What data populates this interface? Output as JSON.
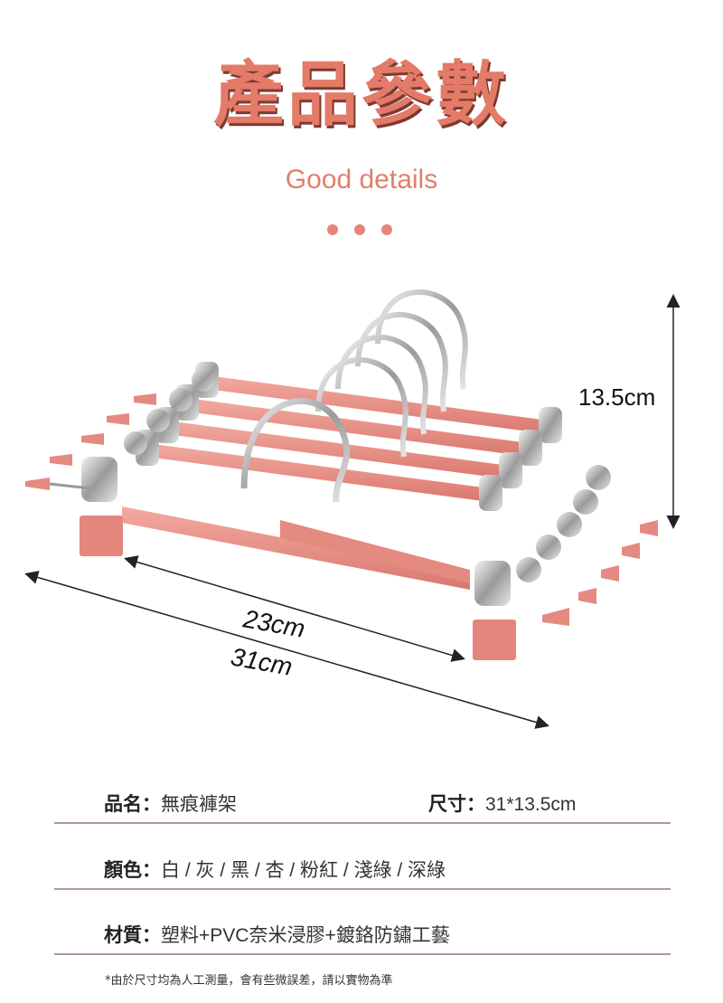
{
  "header": {
    "title": "產品參數",
    "subtitle": "Good details"
  },
  "dimensions": {
    "height": "13.5cm",
    "inner_length": "23cm",
    "outer_length": "31cm"
  },
  "specs": {
    "name_label": "品名：",
    "name_value": "無痕褲架",
    "size_label": "尺寸：",
    "size_value": "31*13.5cm",
    "color_label": "顏色：",
    "color_value": "白 / 灰 / 黑 / 杏 / 粉紅 / 淺綠 / 深綠",
    "material_label": "材質：",
    "material_value": "塑料+PVC奈米浸膠+鍍鉻防鏽工藝"
  },
  "note": "*由於尺寸均為人工測量，會有些微誤差，請以實物為準",
  "colors": {
    "accent": "#e47a68",
    "product_pink": "#e9928a",
    "divider": "#b09a90"
  }
}
